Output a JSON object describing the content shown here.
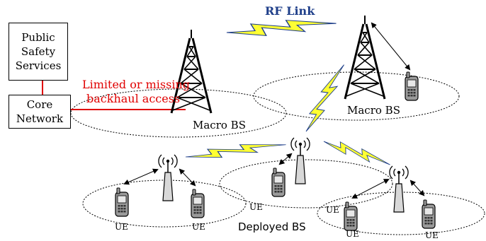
{
  "boxes": {
    "public_safety_line1": "Public",
    "public_safety_line2": "Safety",
    "public_safety_line3": "Services",
    "core_network_line1": "Core",
    "core_network_line2": "Network"
  },
  "labels": {
    "rf_link": "RF Link",
    "backhaul_line1": "Limited or missing",
    "backhaul_line2": "backhaul access",
    "macro_bs_left": "Macro BS",
    "macro_bs_right": "Macro BS",
    "deployed_bs": "Deployed BS",
    "ue": "UE"
  },
  "colors": {
    "backhaul": "#e00000",
    "rf_link_text": "#1f3f8a",
    "lightning_fill": "#ffff33",
    "lightning_stroke": "#1f3f8a"
  }
}
